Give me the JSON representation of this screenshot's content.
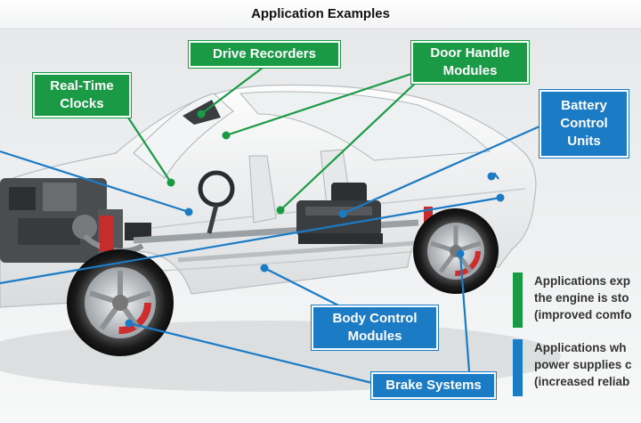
{
  "header": {
    "title": "Application Examples"
  },
  "callouts": {
    "drive_recorders": "Drive Recorders",
    "door_handle_modules": "Door Handle\nModules",
    "real_time_clocks": "Real-Time\nClocks",
    "battery_control_units": "Battery\nControl\nUnits",
    "body_control_modules": "Body Control\nModules",
    "brake_systems": "Brake Systems"
  },
  "legend": {
    "green_text": "Applications exp\nthe engine is sto\n(improved comfo",
    "blue_text": "Applications wh\npower supplies c\n(increased reliab"
  },
  "colors": {
    "green": "#1a9a45",
    "blue": "#1b7bc4"
  }
}
